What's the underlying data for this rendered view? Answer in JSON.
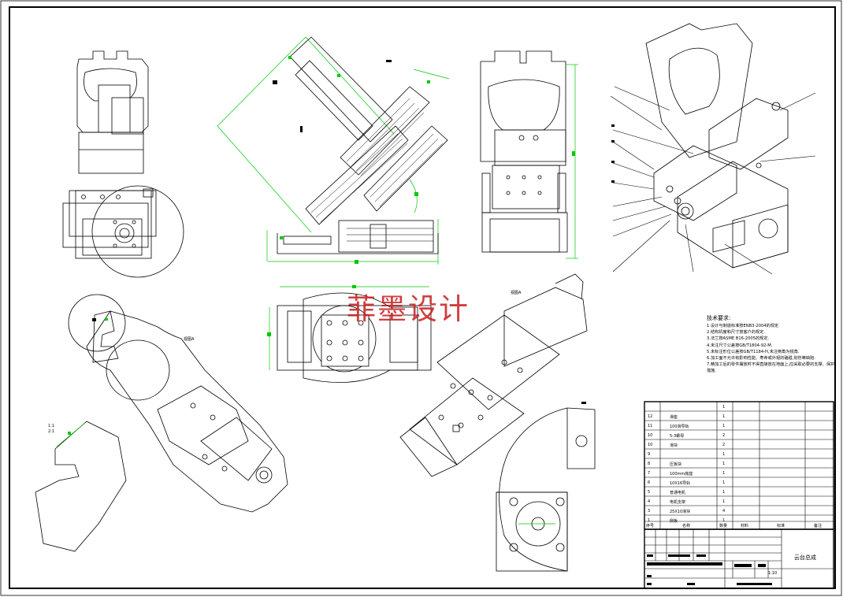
{
  "watermark": "菲墨设计",
  "technical_requirements": {
    "title": "技术要求:",
    "items": [
      "1.设计与制造标准按ENB3-2004的规定.",
      "2.结构机度和尺寸按客户的规定.",
      "3.法兰按ASME B16-2005的规定.",
      "4.未注尺寸公差按GB/T1804-92-M.",
      "5.未标注形位公差按GB/T1184-H,未注倒角为锐角.",
      "6.加工面不允许有影响性能、寿命或外观的磕碰,划伤等缺陷.",
      "7.精加工后的零件摆放时不得直接放在地面上,应采取必要的支撑、保护措施."
    ]
  },
  "view_labels": {
    "view_a_top": "视图A",
    "view_a_left": "视图A",
    "section_label": "1:1",
    "scale_detail": "2:1"
  },
  "bom": {
    "header": [
      "序号",
      "名称",
      "数量",
      "材料",
      "标准",
      "备注"
    ],
    "rows": [
      {
        "no": "",
        "name": "",
        "qty": "1"
      },
      {
        "no": "12",
        "name": "滑座",
        "qty": "1"
      },
      {
        "no": "11",
        "name": "100滑导轨",
        "qty": "1"
      },
      {
        "no": "10",
        "name": "5-3螺母",
        "qty": "2"
      },
      {
        "no": "10",
        "name": "滑块",
        "qty": "2"
      },
      {
        "no": "9",
        "name": "",
        "qty": "1"
      },
      {
        "no": "8",
        "name": "压板块",
        "qty": "1"
      },
      {
        "no": "7",
        "name": "100mm底座",
        "qty": "1"
      },
      {
        "no": "6",
        "name": "10X16导轨",
        "qty": "1"
      },
      {
        "no": "5",
        "name": "普通电机",
        "qty": "1"
      },
      {
        "no": "4",
        "name": "电机支架",
        "qty": "1"
      },
      {
        "no": "3",
        "name": "25X10滑块",
        "qty": "4"
      },
      {
        "no": "1",
        "name": "侧板",
        "qty": "1"
      }
    ]
  },
  "title_block": {
    "drawing_name": "云台总成",
    "scale": "1:10"
  },
  "colors": {
    "line": "#000000",
    "dimension": "#00c800",
    "watermark": "#c81e1e"
  }
}
